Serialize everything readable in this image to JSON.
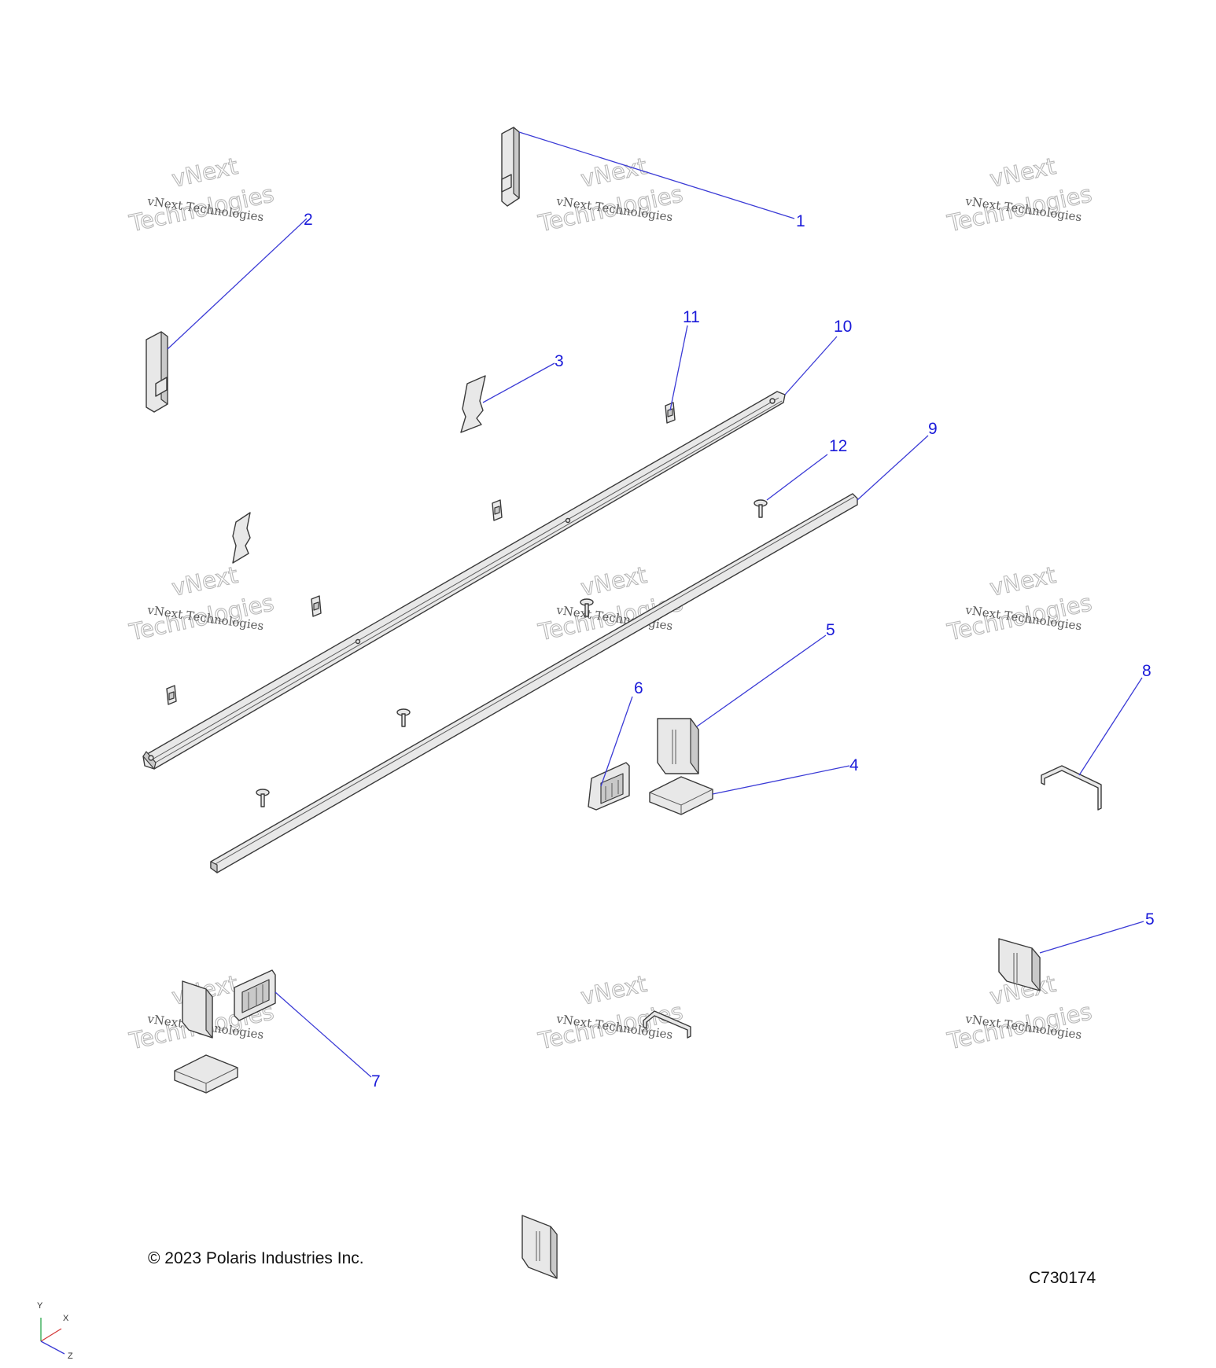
{
  "callouts": [
    "1",
    "2",
    "3",
    "4",
    "5",
    "6",
    "7",
    "8",
    "9",
    "10",
    "11",
    "12"
  ],
  "watermark": {
    "line1": "vNext Technologies",
    "line2": "vNext",
    "line3": "Technologies"
  },
  "copyright": "© 2023 Polaris Industries Inc.",
  "diagram_code": "C730174",
  "axes": {
    "y": "Y",
    "x": "X",
    "z": "Z"
  },
  "colors": {
    "callout": "#1a1ad9",
    "leader": "#3b3bd6",
    "part_stroke": "#3a3a3a",
    "part_fill": "#e8e8e8"
  }
}
